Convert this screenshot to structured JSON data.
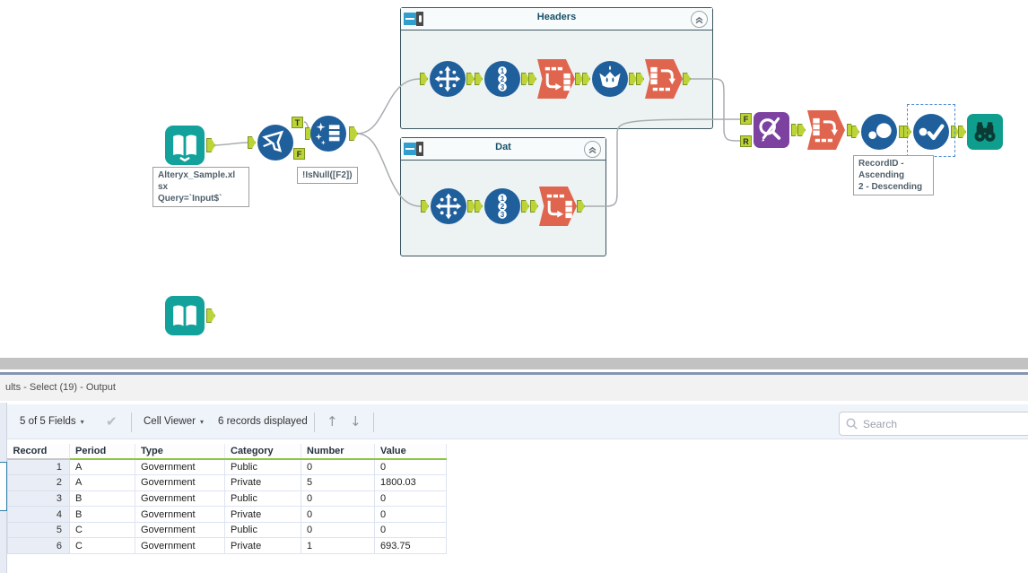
{
  "canvas": {
    "containers": [
      {
        "title": "Headers"
      },
      {
        "title": "Dat"
      }
    ],
    "annotations": {
      "input": {
        "line1": "Alteryx_Sample.xl",
        "line2": "sx",
        "line3": "Query=`Input$`"
      },
      "filter": {
        "line1": "!IsNull([F2])"
      },
      "sort": {
        "line1": "RecordID -",
        "line2": "Ascending",
        "line3": "2 - Descending"
      }
    },
    "anchor_labels": {
      "true": "T",
      "false": "F",
      "find": "F",
      "replace": "R"
    },
    "record_id_digits": {
      "d1": "1",
      "d2": "2",
      "d3": "3"
    }
  },
  "results": {
    "window_title": "ults - Select (19) - Output",
    "toolbar": {
      "fields": "5 of 5 Fields",
      "cell_viewer": "Cell Viewer",
      "records": "6 records displayed",
      "search_placeholder": "Search"
    },
    "icons": {
      "dropdown": "▾",
      "check": "✔",
      "up": "↑",
      "down": "↓"
    },
    "table": {
      "columns": [
        "Record",
        "Period",
        "Type",
        "Category",
        "Number",
        "Value"
      ],
      "rows": [
        [
          "1",
          "A",
          "Government",
          "Public",
          "0",
          "0"
        ],
        [
          "2",
          "A",
          "Government",
          "Private",
          "5",
          "1800.03"
        ],
        [
          "3",
          "B",
          "Government",
          "Public",
          "0",
          "0"
        ],
        [
          "4",
          "B",
          "Government",
          "Private",
          "0",
          "0"
        ],
        [
          "5",
          "C",
          "Government",
          "Public",
          "0",
          "0"
        ],
        [
          "6",
          "C",
          "Government",
          "Private",
          "1",
          "693.75"
        ]
      ]
    }
  },
  "colors": {
    "tool_teal": "#12a19b",
    "tool_blue": "#1f5f9c",
    "tool_orange": "#e0654e",
    "tool_purple": "#7d42a0",
    "anchor_green": "#bcd437",
    "container_border": "#3c565f",
    "header_underline_green": "#8cc63e",
    "selection_blue": "#4d8bd3",
    "record_col_bg": "#e9edf6"
  }
}
